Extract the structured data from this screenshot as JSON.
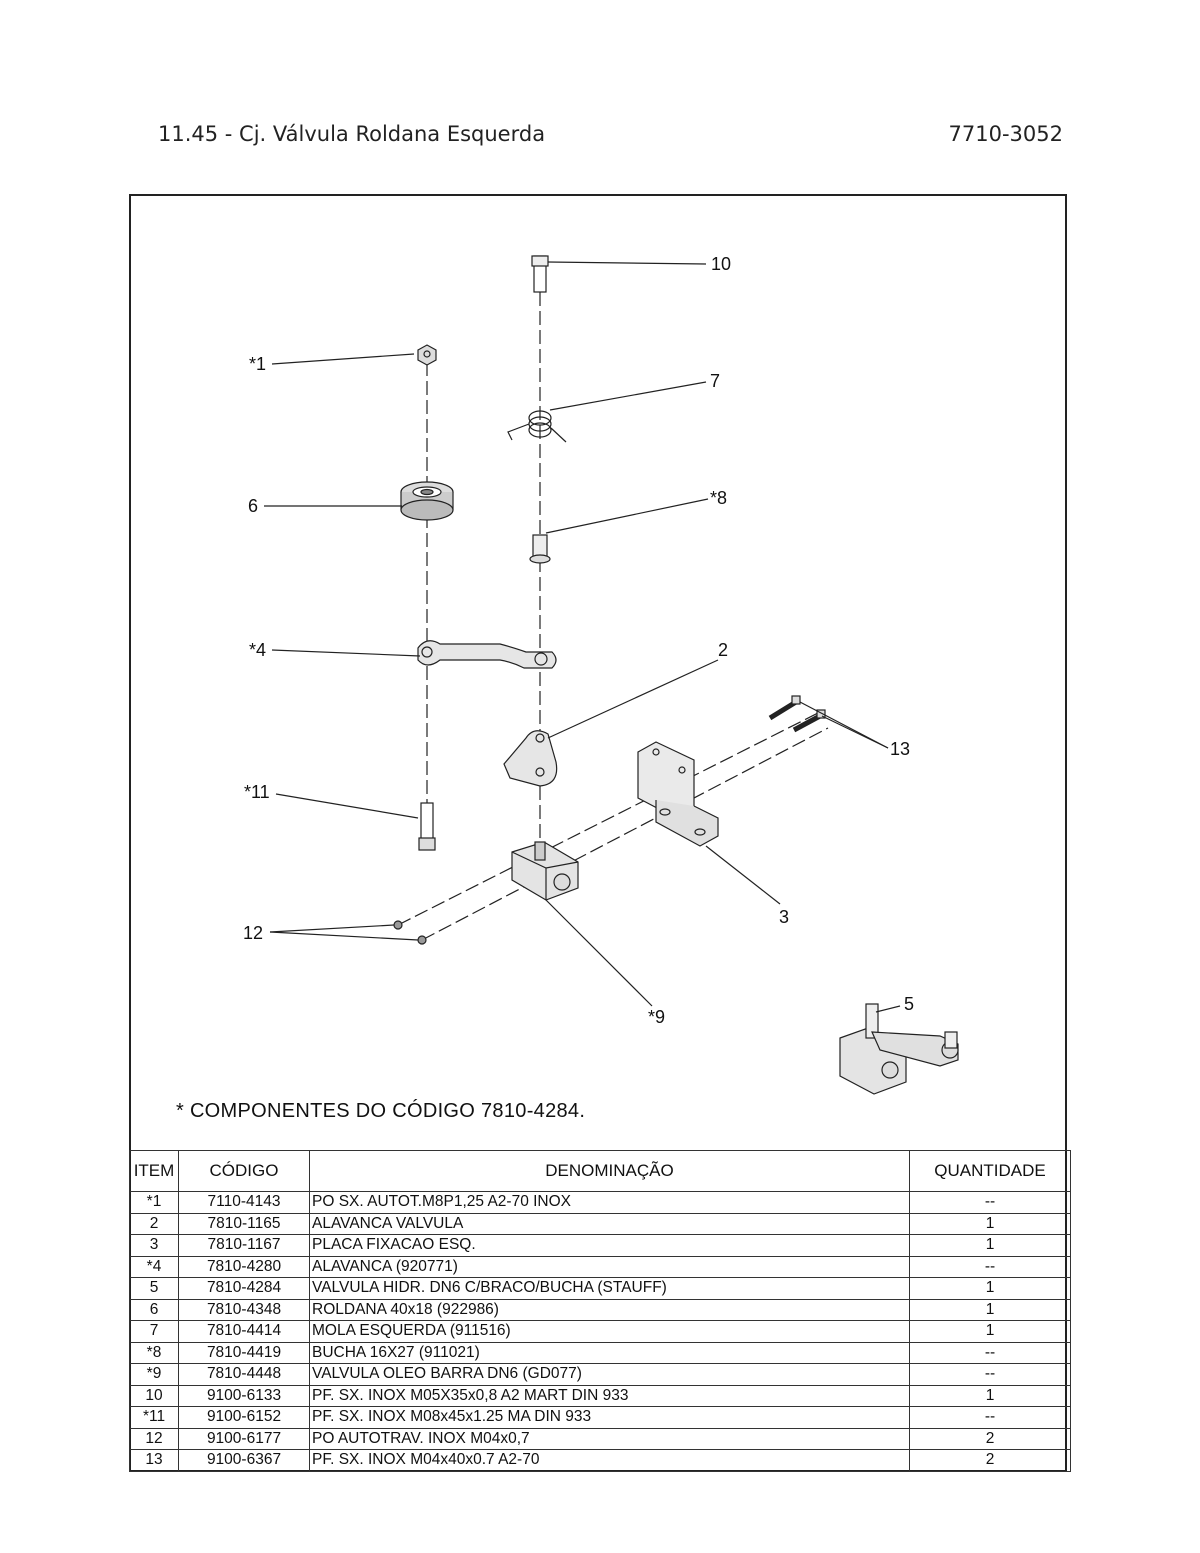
{
  "header": {
    "title": "11.45 - Cj. Válvula Roldana Esquerda",
    "code": "7710-3052"
  },
  "callouts": {
    "c10": "10",
    "c1": "*1",
    "c7": "7",
    "c6": "6",
    "c8": "*8",
    "c4": "*4",
    "c2": "2",
    "c13": "13",
    "c11": "*11",
    "c3": "3",
    "c12": "12",
    "c9": "*9",
    "c5": "5"
  },
  "note": "* COMPONENTES DO CÓDIGO 7810-4284.",
  "table": {
    "headers": {
      "item": "ITEM",
      "code": "CÓDIGO",
      "name": "DENOMINAÇÃO",
      "qty": "QUANTIDADE"
    },
    "rows": [
      {
        "item": "*1",
        "code": "7110-4143",
        "name": "PO SX. AUTOT.M8P1,25 A2-70 INOX",
        "qty": "--"
      },
      {
        "item": "2",
        "code": "7810-1165",
        "name": "ALAVANCA VALVULA",
        "qty": "1"
      },
      {
        "item": "3",
        "code": "7810-1167",
        "name": "PLACA FIXACAO ESQ.",
        "qty": "1"
      },
      {
        "item": "*4",
        "code": "7810-4280",
        "name": "ALAVANCA (920771)",
        "qty": "--"
      },
      {
        "item": "5",
        "code": "7810-4284",
        "name": "VALVULA HIDR. DN6 C/BRACO/BUCHA (STAUFF)",
        "qty": "1"
      },
      {
        "item": "6",
        "code": "7810-4348",
        "name": "ROLDANA 40x18 (922986)",
        "qty": "1"
      },
      {
        "item": "7",
        "code": "7810-4414",
        "name": "MOLA ESQUERDA (911516)",
        "qty": "1"
      },
      {
        "item": "*8",
        "code": "7810-4419",
        "name": "BUCHA 16X27 (911021)",
        "qty": "--"
      },
      {
        "item": "*9",
        "code": "7810-4448",
        "name": "VALVULA OLEO BARRA DN6 (GD077)",
        "qty": "--"
      },
      {
        "item": "10",
        "code": "9100-6133",
        "name": "PF. SX. INOX M05X35x0,8 A2 MART DIN 933",
        "qty": "1"
      },
      {
        "item": "*11",
        "code": "9100-6152",
        "name": "PF. SX. INOX M08x45x1.25 MA DIN 933",
        "qty": "--"
      },
      {
        "item": "12",
        "code": "9100-6177",
        "name": "PO AUTOTRAV. INOX M04x0,7",
        "qty": "2"
      },
      {
        "item": "13",
        "code": "9100-6367",
        "name": "PF. SX. INOX M04x40x0.7 A2-70",
        "qty": "2"
      }
    ]
  }
}
